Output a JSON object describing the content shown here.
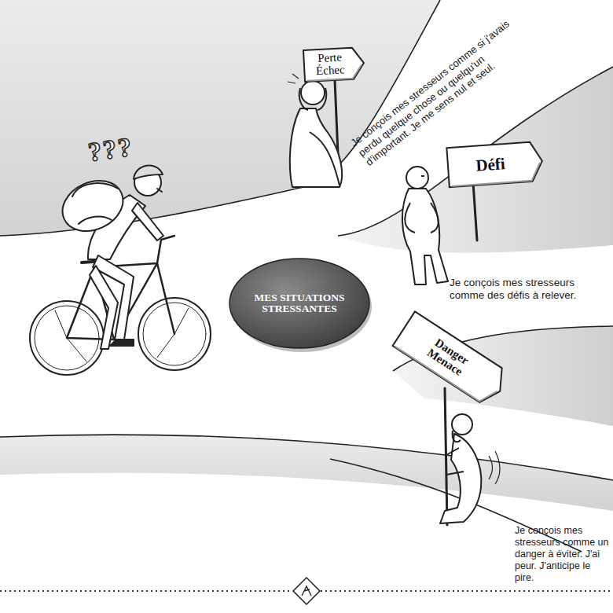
{
  "diagram": {
    "nodes": [
      {
        "text": [
          "Perte Échec"
        ]
      },
      {
        "text": [
          "Défi"
        ]
      },
      {
        "text": [
          "MES SITUATIONS STRESSANTES"
        ]
      },
      {
        "text": [
          "Danger Menace"
        ]
      }
    ],
    "labels": [
      "???",
      "Je conçois mes stresseurs comme si j'avais perdu quelque chose ou quelqu'un d'important. Je me sens nul et seul.",
      "Je conçois mes stresseurs comme des défis à relever.",
      "Je conçois mes stresseurs comme un danger à éviter. J'ai peur. J'anticipe le pire."
    ]
  }
}
